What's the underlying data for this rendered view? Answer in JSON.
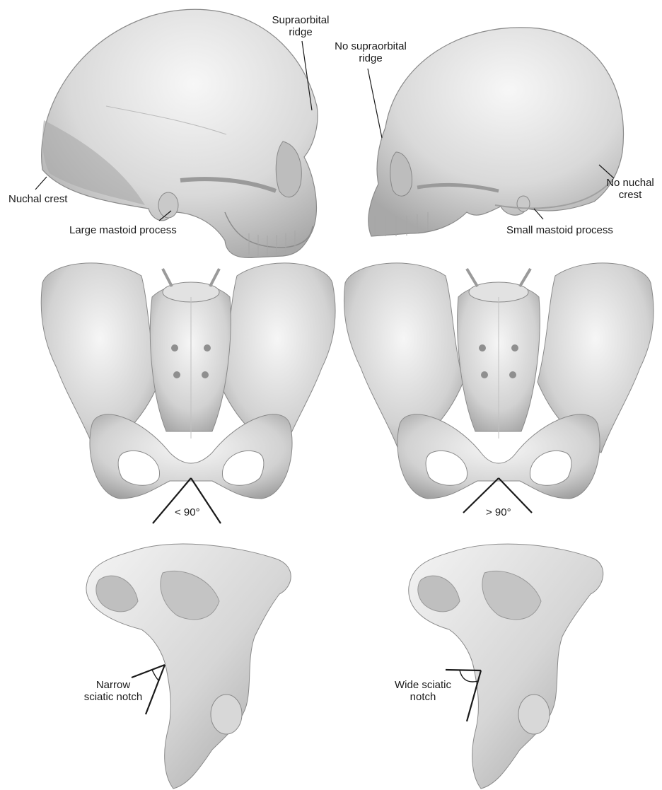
{
  "skull_male": {
    "supraorbital": [
      "Supraorbital",
      "ridge"
    ],
    "nuchal": "Nuchal crest",
    "mastoid": "Large mastoid process"
  },
  "skull_female": {
    "supraorbital": [
      "No supraorbital",
      "ridge"
    ],
    "nuchal": [
      "No nuchal",
      "crest"
    ],
    "mastoid": "Small mastoid process"
  },
  "pelvis_male": {
    "angle": "< 90°"
  },
  "pelvis_female": {
    "angle": "> 90°"
  },
  "hip_male": {
    "notch": [
      "Narrow",
      "sciatic notch"
    ]
  },
  "hip_female": {
    "notch": [
      "Wide sciatic",
      "notch"
    ]
  },
  "colors": {
    "bone_light": "#f4f4f4",
    "bone_mid": "#cfcfcf",
    "bone_dark": "#9a9a9a",
    "line": "#1a1a1a"
  }
}
